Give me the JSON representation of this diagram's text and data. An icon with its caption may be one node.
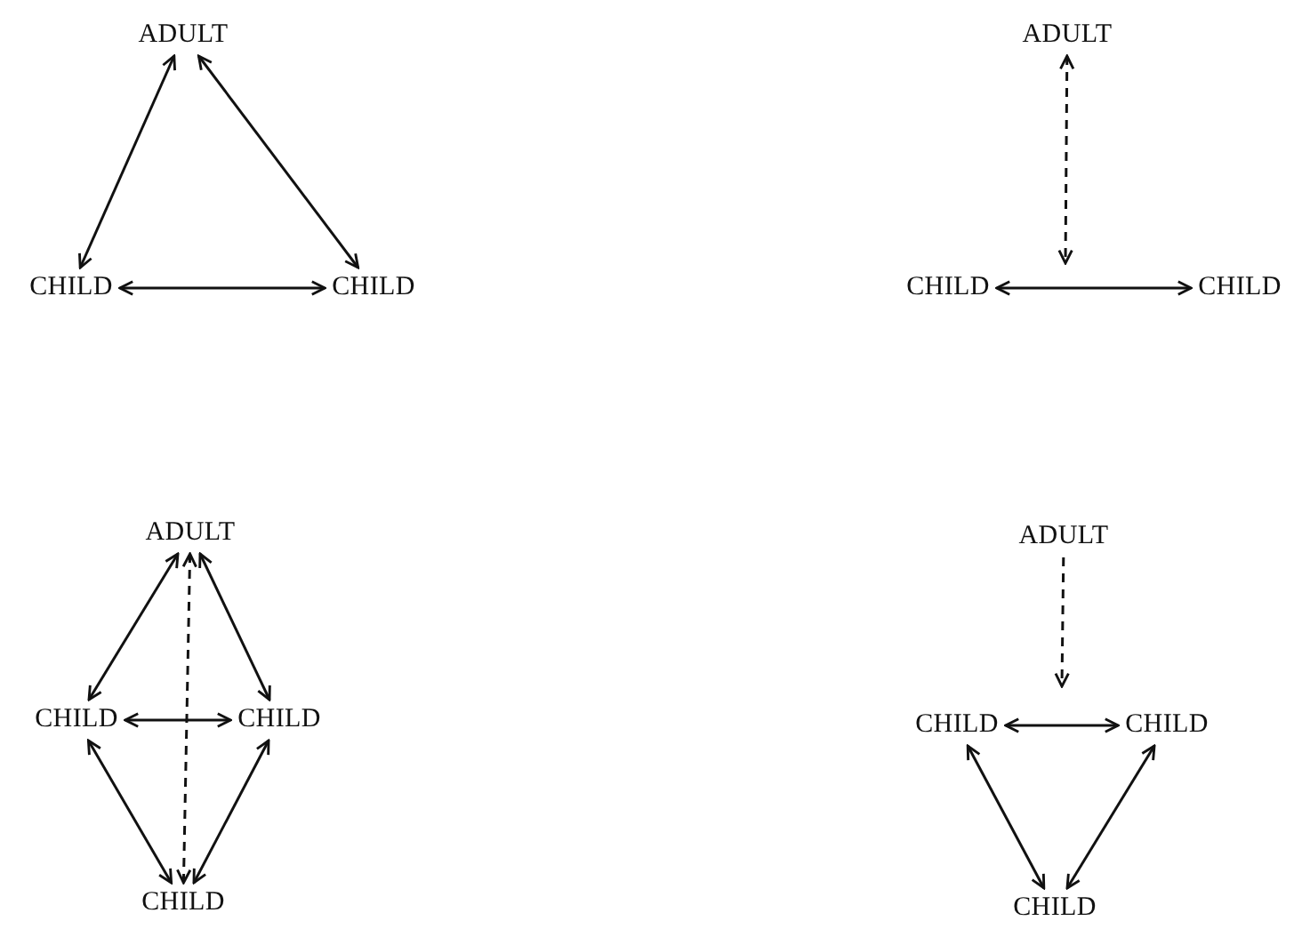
{
  "diagram": {
    "nodes": [
      {
        "text": [
          "ADULT"
        ]
      },
      {
        "text": [
          "CHILD"
        ]
      },
      {
        "text": [
          "CHILD"
        ]
      },
      {
        "text": [
          "ADULT"
        ]
      },
      {
        "text": [
          "CHILD"
        ]
      },
      {
        "text": [
          "CHILD"
        ]
      },
      {
        "text": [
          "ADULT"
        ]
      },
      {
        "text": [
          "CHILD"
        ]
      },
      {
        "text": [
          "CHILD"
        ]
      },
      {
        "text": [
          "CHILD"
        ]
      },
      {
        "text": [
          "ADULT"
        ]
      },
      {
        "text": [
          "CHILD"
        ]
      },
      {
        "text": [
          "CHILD"
        ]
      },
      {
        "text": [
          "CHILD"
        ]
      }
    ],
    "edges": [
      {
        "from": 0,
        "to": 1,
        "arrow": "both"
      },
      {
        "from": 0,
        "to": 2,
        "arrow": "both"
      },
      {
        "from": 1,
        "to": 2,
        "arrow": "both"
      },
      {
        "from": 3,
        "to": null,
        "arrow": "both",
        "style": "dashed"
      },
      {
        "from": 4,
        "to": 5,
        "arrow": "both"
      },
      {
        "from": 6,
        "to": 7,
        "arrow": "both"
      },
      {
        "from": 6,
        "to": 8,
        "arrow": "both"
      },
      {
        "from": 7,
        "to": 8,
        "arrow": "both"
      },
      {
        "from": 6,
        "to": 9,
        "arrow": "both",
        "style": "dashed"
      },
      {
        "from": 7,
        "to": 9,
        "arrow": "both"
      },
      {
        "from": 8,
        "to": 9,
        "arrow": "both"
      },
      {
        "from": 10,
        "to": null,
        "arrow": "to",
        "style": "dashed"
      },
      {
        "from": 11,
        "to": 12,
        "arrow": "both"
      },
      {
        "from": 11,
        "to": 13,
        "arrow": "both"
      },
      {
        "from": 12,
        "to": 13,
        "arrow": "both"
      }
    ]
  }
}
